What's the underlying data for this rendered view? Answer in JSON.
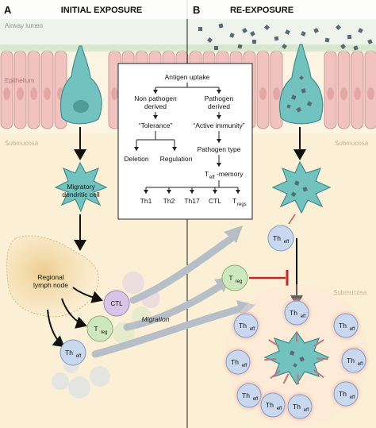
{
  "panels": {
    "left": {
      "letter": "A",
      "title": "INITIAL EXPOSURE"
    },
    "right": {
      "letter": "B",
      "title": "RE-EXPOSURE"
    }
  },
  "regions": {
    "lumen": "Airway lumen",
    "epithelium": "Epithelium",
    "submucosa_left": "Submucosa",
    "submucosa_right_top": "Submucosa",
    "submucosa_right_bottom": "Submucosa"
  },
  "cells": {
    "dendritic": [
      "Migratory",
      "dendritic cell"
    ],
    "lymph_node": [
      "Regional",
      "lymph node"
    ],
    "ctl": "CTL",
    "treg_base": "T",
    "treg_sub": "reg",
    "th_base": "Th",
    "th_sub": "eff",
    "migration": "Migration"
  },
  "flowchart": {
    "antigen_uptake": "Antigen uptake",
    "non_pathogen": [
      "Non pathogen",
      "derived"
    ],
    "pathogen": [
      "Pathogen",
      "derived"
    ],
    "tolerance": "“Tolerance”",
    "active_immunity": "“Active immunity”",
    "deletion": "Deletion",
    "regulation": "Regulation",
    "pathogen_type": "Pathogen type",
    "teff_base": "T",
    "teff_sub": "eff",
    "teff_rest": "-memory",
    "th1": "Th1",
    "th2": "Th2",
    "th17": "Th17",
    "ctl": "CTL",
    "tregs_base": "T",
    "tregs_sub": "regs"
  },
  "colors": {
    "epithelial_cell": "#f0c2c0",
    "epithelial_border": "#c98c8a",
    "dendritic": "#72c2c0",
    "dendritic_border": "#3f8f8c",
    "submucosa": "#fbf1da",
    "lymph_node": "#f3d9a6",
    "ctl_cell": "#d8c4e6",
    "treg_cell": "#cde8bf",
    "th_cell": "#c9d8ee",
    "arrow_gray": "#b6bec7",
    "inhibit_red": "#c0282d"
  }
}
